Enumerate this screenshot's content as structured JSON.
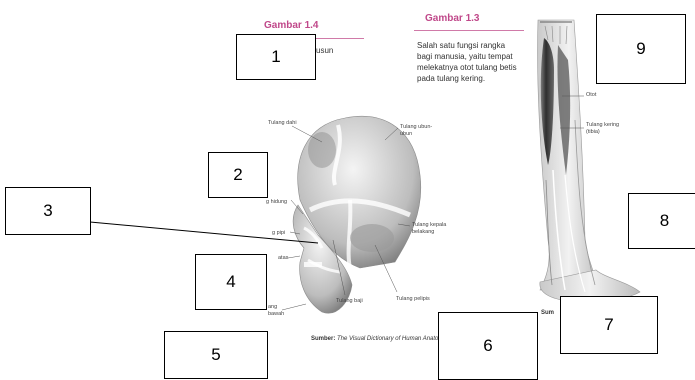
{
  "figure_left": {
    "heading": "Gambar 1.4",
    "caption_fragment": "usun",
    "labels": {
      "tulang_dahi": "Tulang dahi",
      "tulang_ubun": "Tulang ubun-\nubun",
      "tulang_kepala_belakang": "Tulang kepala\nbelakang",
      "tulang_baji": "Tulang baji",
      "tulang_pelipis": "Tulang pelipis",
      "partial_1": "g hidung",
      "partial_2": "g pipi",
      "partial_3": "atas",
      "partial_4": "ang\nbawah"
    },
    "source_bold": "Sumber:",
    "source_text": " The Visual Dictionary of Human Anatomy"
  },
  "figure_right": {
    "heading": "Gambar 1.3",
    "caption": "Salah satu fungsi rangka\nbagi manusia, yaitu tempat\nmelekatnya otot tulang betis\npada tulang kering.",
    "labels": {
      "otot": "Otot",
      "tulang_kering": "Tulang kering\n(tibia)",
      "source_partial": "Sum"
    }
  },
  "boxes": {
    "b1": "1",
    "b2": "2",
    "b3": "3",
    "b4": "4",
    "b5": "5",
    "b6": "6",
    "b7": "7",
    "b8": "8",
    "b9": "9"
  },
  "colors": {
    "heading": "#c0488a",
    "bone": "#d9d9d9",
    "muscle": "#3a3a3a"
  }
}
